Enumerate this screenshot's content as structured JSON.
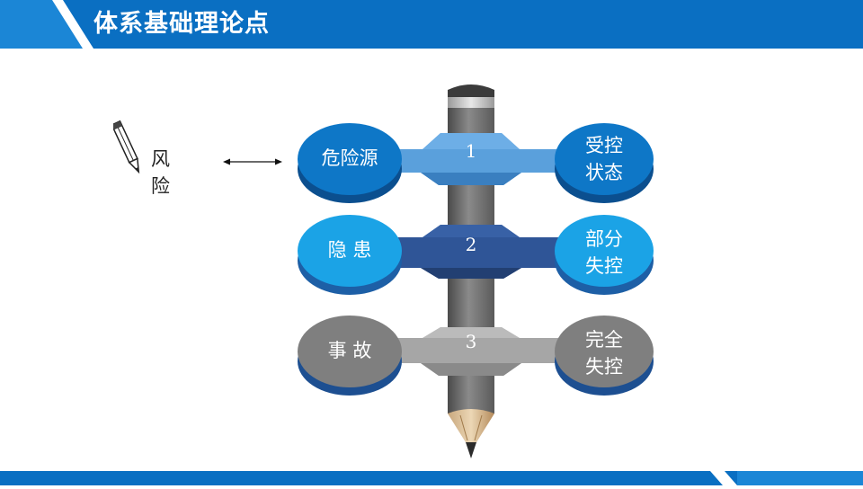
{
  "slide": {
    "title": "体系基础理论点",
    "risk_label": "风 险",
    "colors": {
      "header_blue": "#0a6fc2",
      "level1": "#0e77c7",
      "level2": "#1ba3e6",
      "level3": "#7f7f7f",
      "band1": "#5aa0dc",
      "band2": "#2f5597",
      "band3": "#a6a6a6"
    },
    "levels": [
      {
        "number": "1",
        "left": "危险源",
        "right_line1": "受控",
        "right_line2": "状态"
      },
      {
        "number": "2",
        "left": "隐 患",
        "right_line1": "部分",
        "right_line2": "失控"
      },
      {
        "number": "3",
        "left": "事 故",
        "right_line1": "完全",
        "right_line2": "失控"
      }
    ]
  }
}
